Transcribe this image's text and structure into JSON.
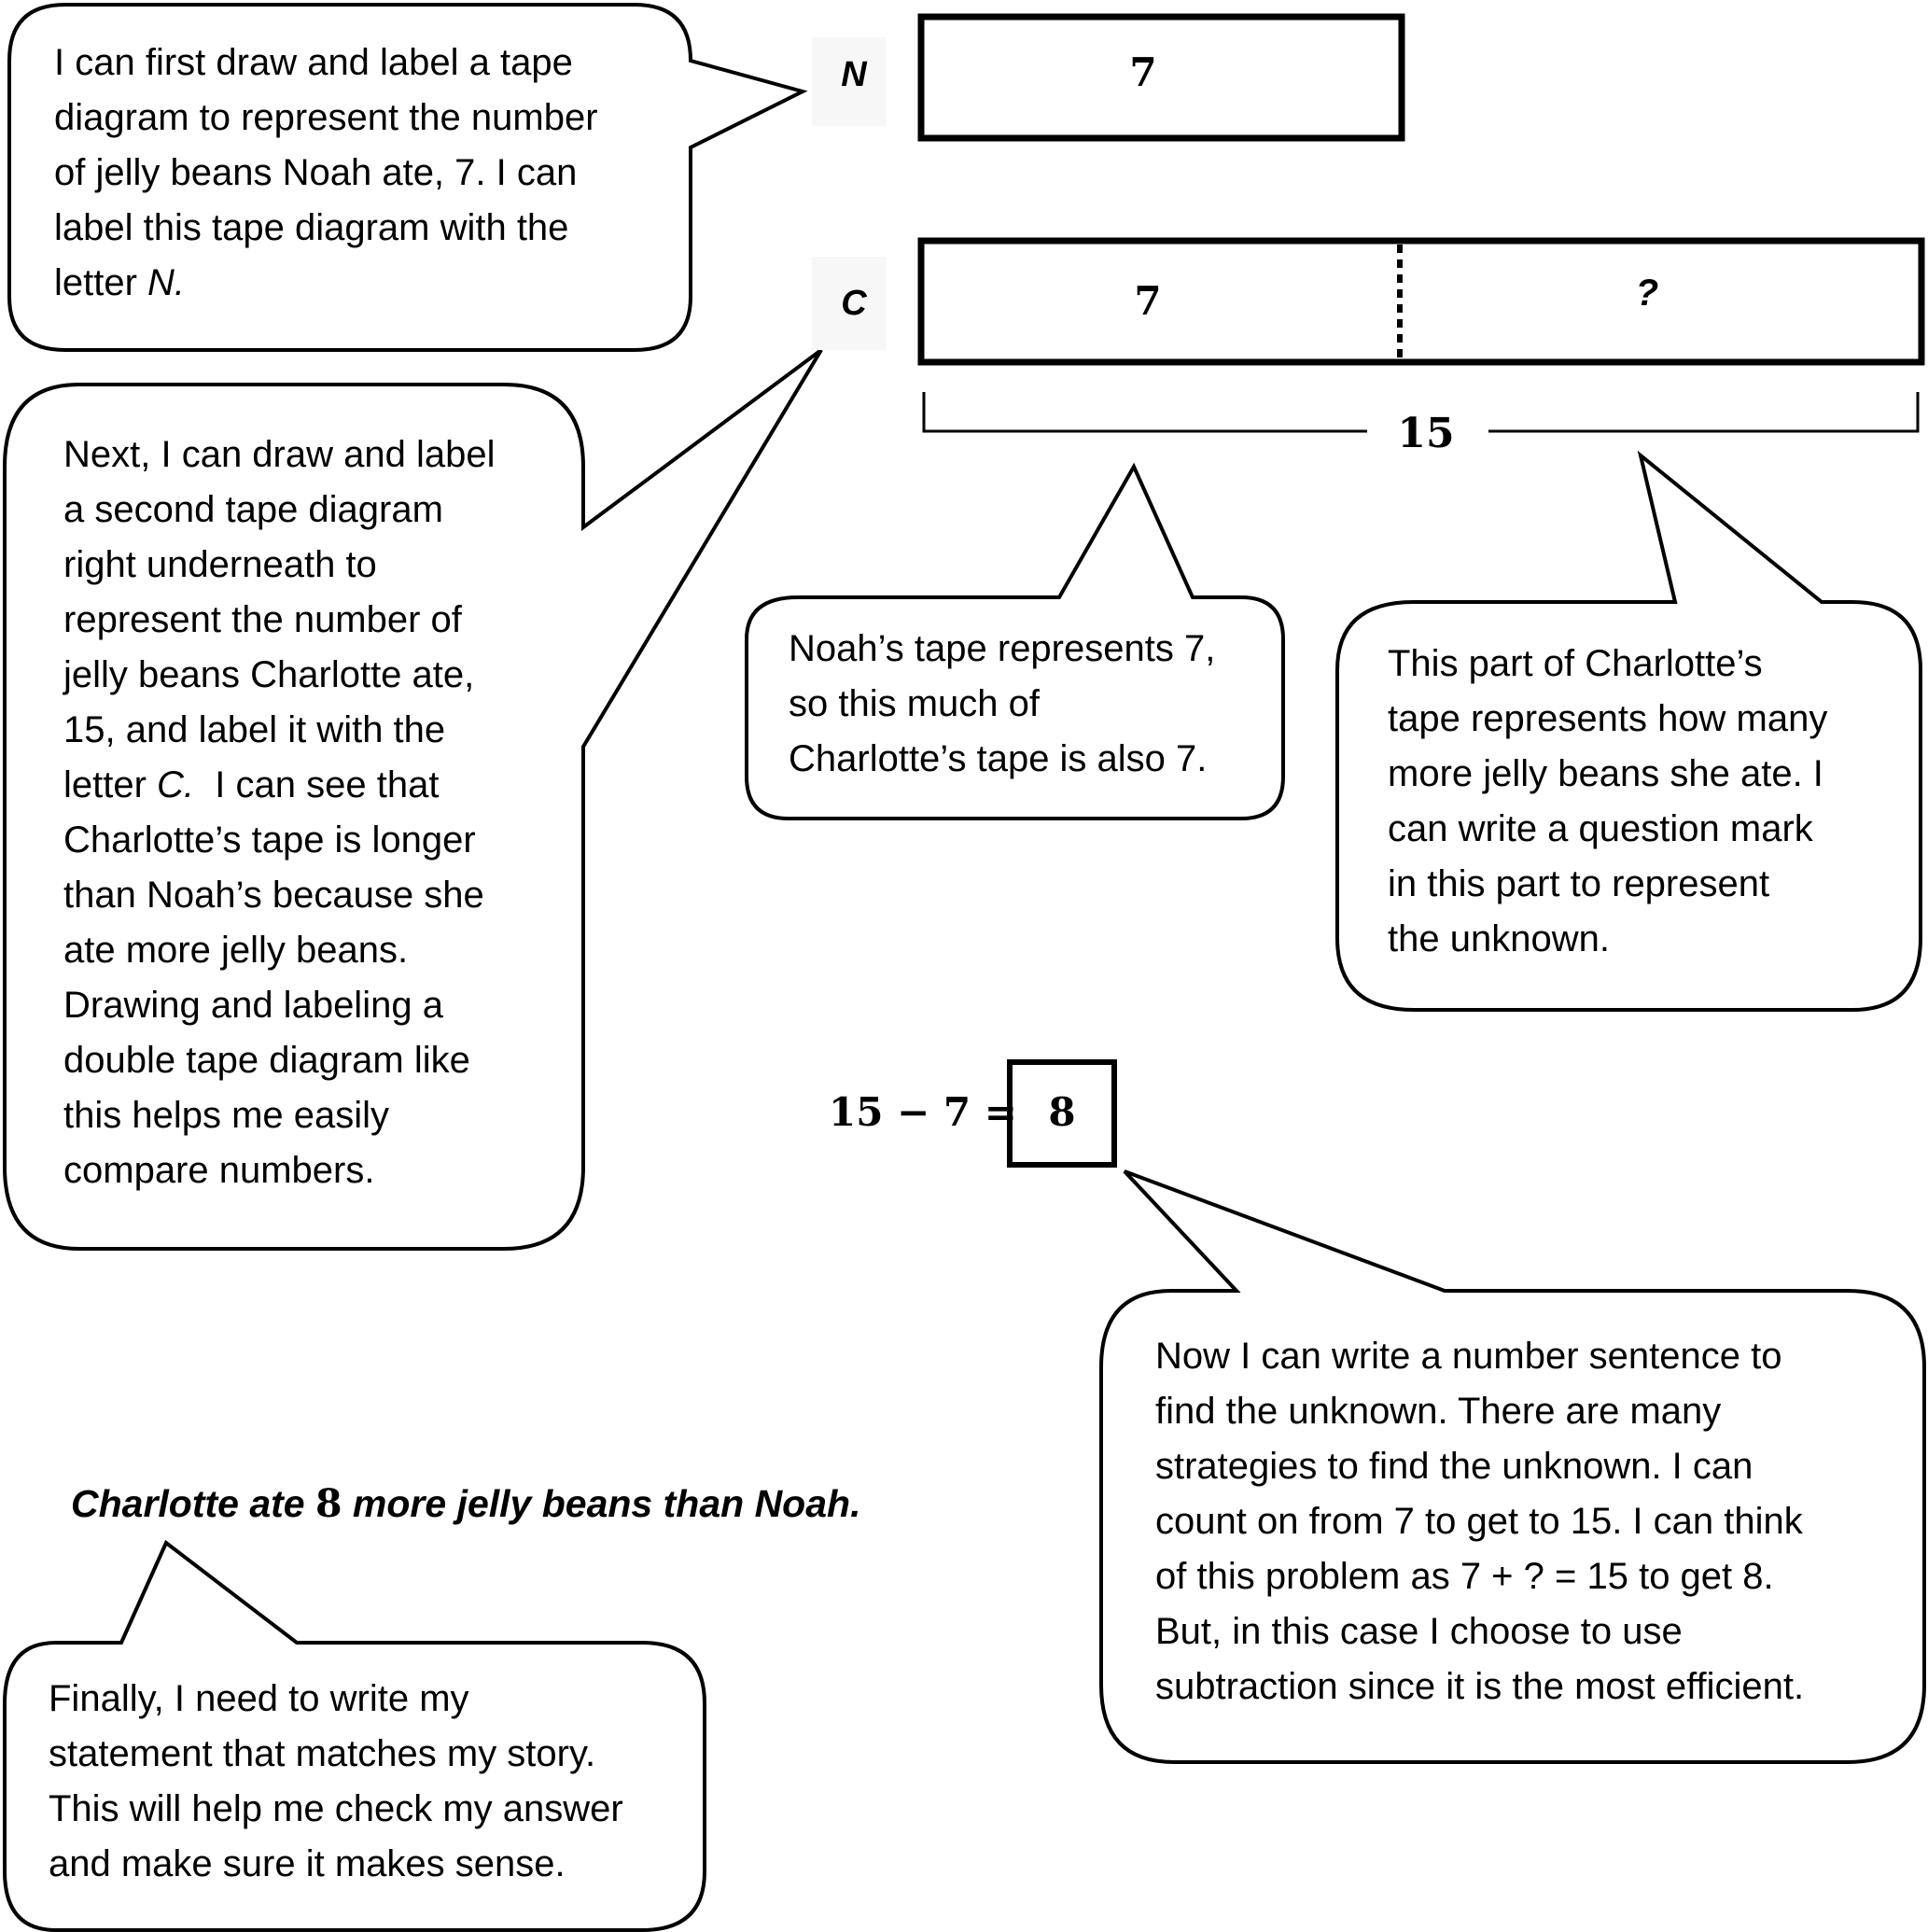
{
  "tape_n": {
    "letter": "N",
    "value": "7"
  },
  "tape_c": {
    "letter": "C",
    "part_known": "7",
    "part_unknown": "?",
    "total": "15"
  },
  "equation": {
    "expression": "15 − 7 =",
    "answer": "8"
  },
  "bubbles": {
    "step1": {
      "lines": [
        "I can first draw and label a tape",
        "diagram to represent the number",
        "of jelly beans Noah ate, 7.  I can",
        "label this tape diagram with the",
        "letter "
      ],
      "italic_tail": "N."
    },
    "step2": {
      "lines": [
        "Next, I can draw and label",
        "a second tape diagram",
        "right underneath to",
        "represent the number of",
        "jelly beans Charlotte ate,",
        "15, and label it with the",
        "letter ",
        "Charlotte’s tape is longer",
        "than Noah’s because she",
        "ate more jelly beans.",
        "Drawing and labeling a",
        "double tape diagram like",
        "this helps me easily",
        "compare numbers."
      ],
      "italic_c": "C.",
      "after_c": "  I can see that"
    },
    "noah_part": {
      "lines": [
        "Noah’s tape represents 7,",
        "so this much of",
        "Charlotte’s tape is also 7."
      ]
    },
    "charlotte_part": {
      "lines": [
        "This part of Charlotte’s",
        "tape represents how many",
        "more jelly beans she ate.  I",
        "can write a question mark",
        "in this part to represent",
        "the unknown."
      ]
    },
    "number_sentence": {
      "lines": [
        "Now I can write a number sentence to",
        "find the unknown.  There are many",
        "strategies to find the unknown.  I can",
        "count on from 7 to get to 15.  I can think",
        "of this problem as 7 + ? = 15 to get 8.",
        "But, in this case I choose to use",
        "subtraction since it is the most efficient."
      ]
    },
    "statement_help": {
      "lines": [
        "Finally, I need to write my",
        "statement that matches my story.",
        "This will help me check my answer",
        "and make sure it makes sense."
      ]
    }
  },
  "statement": {
    "before": "Charlotte ate ",
    "number": "8",
    "after": " more jelly beans than Noah."
  }
}
